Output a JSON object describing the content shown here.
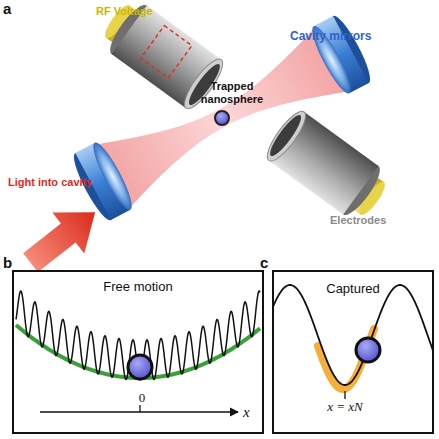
{
  "diagram": {
    "nodes": [
      {
        "text": [
          "Free motion",
          "0",
          "x"
        ]
      },
      {
        "text": [
          "Captured",
          "x = xN"
        ]
      }
    ],
    "labels": [
      "a",
      "RF Voltage",
      "Cavity mirrors",
      "Trapped nanosphere",
      "Light into cavity",
      "Electrodes",
      "b",
      "c"
    ]
  }
}
